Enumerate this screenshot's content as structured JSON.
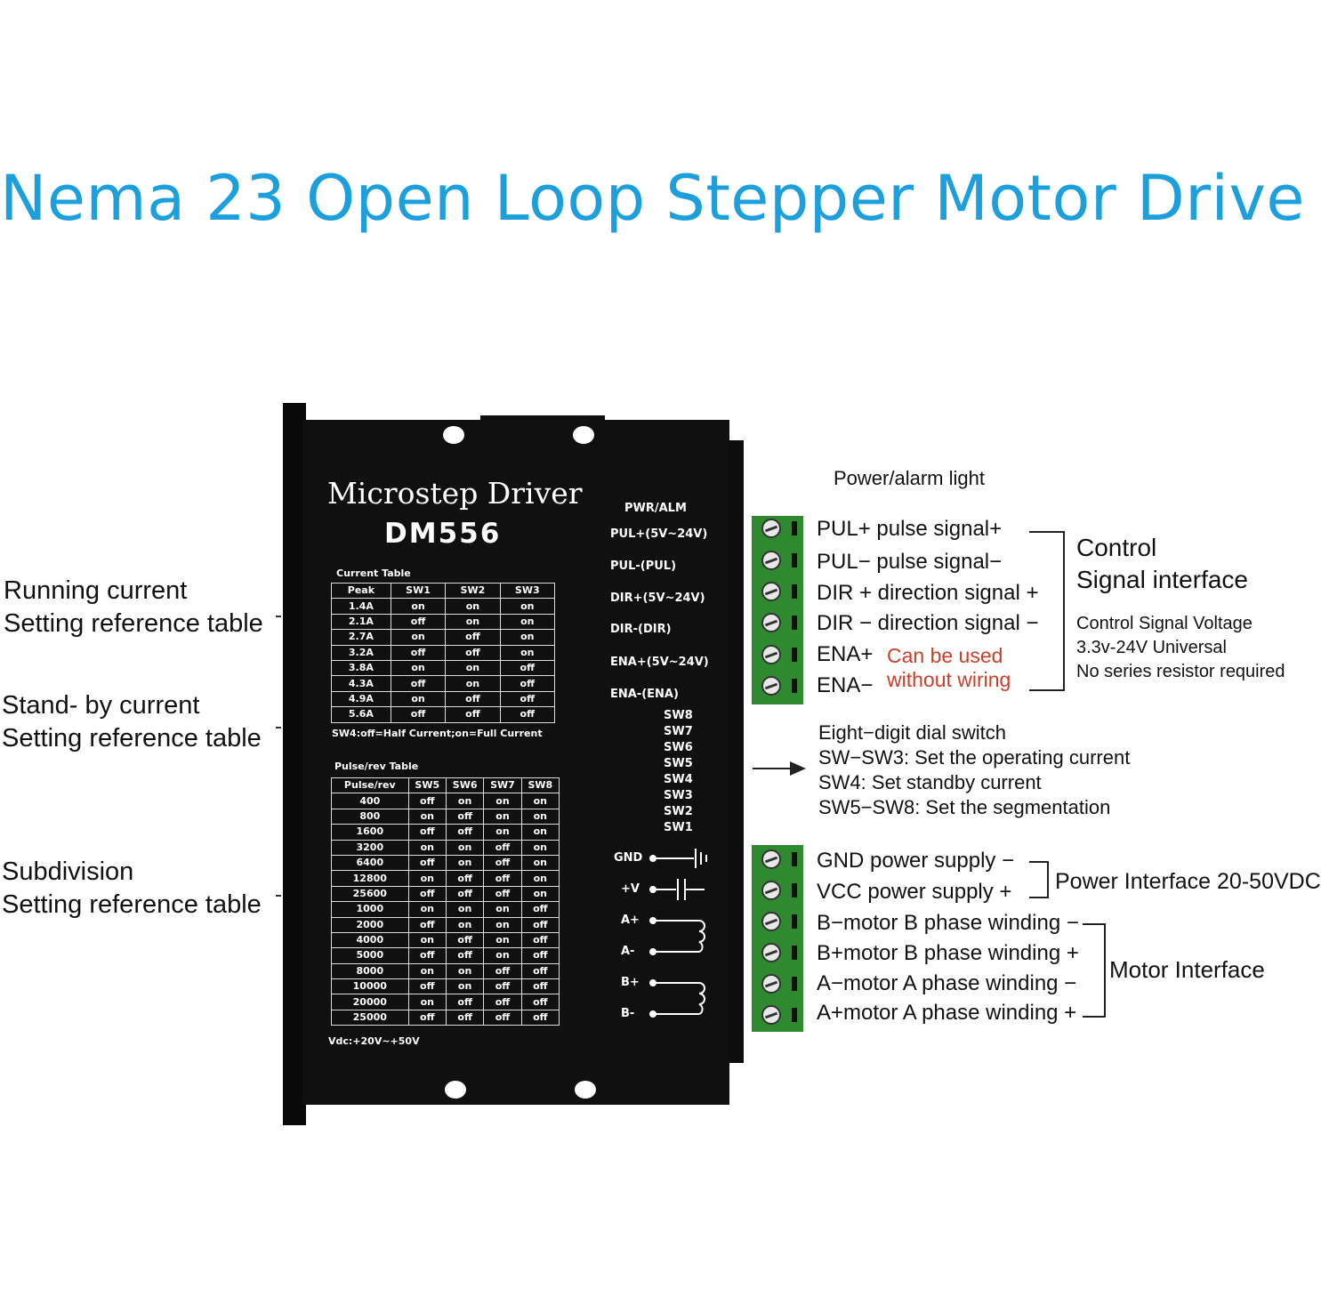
{
  "title": "Nema 23 Open Loop Stepper Motor Drive",
  "left_labels": {
    "running": [
      "Running current",
      "Setting reference table"
    ],
    "standby": [
      "Stand- by current",
      "Setting reference table"
    ],
    "subdivision": [
      "Subdivision",
      "Setting reference table"
    ]
  },
  "device": {
    "brand": "Microstep Driver",
    "model": "DM556",
    "current_table_title": "Current Table",
    "current_table": {
      "headers": [
        "Peak",
        "SW1",
        "SW2",
        "SW3"
      ],
      "rows": [
        [
          "1.4A",
          "on",
          "on",
          "on"
        ],
        [
          "2.1A",
          "off",
          "on",
          "on"
        ],
        [
          "2.7A",
          "on",
          "off",
          "on"
        ],
        [
          "3.2A",
          "off",
          "off",
          "on"
        ],
        [
          "3.8A",
          "on",
          "on",
          "off"
        ],
        [
          "4.3A",
          "off",
          "on",
          "off"
        ],
        [
          "4.9A",
          "on",
          "off",
          "off"
        ],
        [
          "5.6A",
          "off",
          "off",
          "off"
        ]
      ]
    },
    "sw4_note": "SW4:off=Half Current;on=Full Current",
    "pulse_table_title": "Pulse/rev Table",
    "pulse_table": {
      "headers": [
        "Pulse/rev",
        "SW5",
        "SW6",
        "SW7",
        "SW8"
      ],
      "rows": [
        [
          "400",
          "off",
          "on",
          "on",
          "on"
        ],
        [
          "800",
          "on",
          "off",
          "on",
          "on"
        ],
        [
          "1600",
          "off",
          "off",
          "on",
          "on"
        ],
        [
          "3200",
          "on",
          "on",
          "off",
          "on"
        ],
        [
          "6400",
          "off",
          "on",
          "off",
          "on"
        ],
        [
          "12800",
          "on",
          "off",
          "off",
          "on"
        ],
        [
          "25600",
          "off",
          "off",
          "off",
          "on"
        ],
        [
          "1000",
          "on",
          "on",
          "on",
          "off"
        ],
        [
          "2000",
          "off",
          "on",
          "on",
          "off"
        ],
        [
          "4000",
          "on",
          "off",
          "on",
          "off"
        ],
        [
          "5000",
          "off",
          "off",
          "on",
          "off"
        ],
        [
          "8000",
          "on",
          "on",
          "off",
          "off"
        ],
        [
          "10000",
          "off",
          "on",
          "off",
          "off"
        ],
        [
          "20000",
          "on",
          "off",
          "off",
          "off"
        ],
        [
          "25000",
          "off",
          "off",
          "off",
          "off"
        ]
      ]
    },
    "vdc": "Vdc:+20V~+50V",
    "pins_top": [
      "PWR/ALM",
      "PUL+(5V~24V)",
      "PUL-(PUL)",
      "DIR+(5V~24V)",
      "DIR-(DIR)",
      "ENA+(5V~24V)",
      "ENA-(ENA)"
    ],
    "switches": [
      "SW8",
      "SW7",
      "SW6",
      "SW5",
      "SW4",
      "SW3",
      "SW2",
      "SW1"
    ],
    "pins_bottom": [
      "GND",
      "+V",
      "A+",
      "A-",
      "B+",
      "B-"
    ]
  },
  "right": {
    "power_alarm": "Power/alarm light",
    "control_signals": [
      "PUL+ pulse signal+",
      "PUL− pulse signal−",
      "DIR + direction signal +",
      "DIR − direction signal −",
      "ENA+",
      "ENA−"
    ],
    "can_be_used": "Can be used",
    "without_wiring": "without wiring",
    "control_title": [
      "Control",
      "Signal interface"
    ],
    "control_notes": [
      "Control Signal Voltage",
      "3.3v-24V Universal",
      "No series resistor required"
    ],
    "dial_switch": [
      "Eight−digit dial switch",
      "SW−SW3: Set the operating current",
      "SW4: Set standby current",
      "SW5−SW8: Set the segmentation"
    ],
    "power_items": [
      "GND power supply −",
      "VCC power supply +"
    ],
    "power_interface": "Power Interface 20-50VDC",
    "motor_items": [
      "B−motor B phase winding −",
      "B+motor B phase winding +",
      "A−motor A phase winding −",
      "A+motor A phase winding +"
    ],
    "motor_interface": "Motor Interface"
  }
}
